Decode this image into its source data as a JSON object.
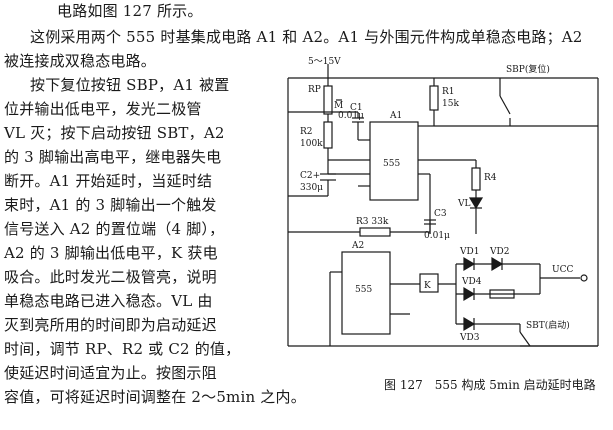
{
  "paragraph_lines": [
    "电路如图 127 所示。",
    "这例采用两个 555 时基集成电路 A1 和 A2。A1 与外围元件构成单稳态电路；A2",
    "被连接成双稳态电路。",
    "按下复位按钮 SBP，A1 被置",
    "位并输出低电平，发光二极管",
    "VL 灭；按下启动按钮 SBT，A2",
    "的 3 脚输出高电平，继电器失电",
    "断开。A1 开始延时，当延时结",
    "束时，A1 的 3 脚输出一个触发",
    "信号送入 A2 的置位端（4 脚），",
    "A2 的 3 脚输出低电平，K 获电",
    "吸合。此时发光二极管亮，说明",
    "单稳态电路已进入稳态。VL 由",
    "灭到亮所用的时间即为启动延迟",
    "时间，调节 RP、R2 或 C2 的值，",
    "使延迟时间适宜为止。按图示阻",
    "容值，可将延迟时间调整在 2～5min 之内。"
  ],
  "figure": {
    "caption": "图 127　555 构成 5min 启动延时电路",
    "supply": "5～15V",
    "labels": {
      "rp": "RP",
      "m": "M",
      "r1": "R1",
      "r1_val": "15k",
      "c1": "C1",
      "c1_val": "0.01μ",
      "a1": "A1",
      "r2": "R2",
      "r2_val": "100k",
      "c2": "C2+",
      "c2_val": "330μ",
      "chip": "555",
      "sbp": "SBP(复位)",
      "r4": "R4",
      "vl": "VL",
      "r3": "R3 33k",
      "c3": "C3",
      "c3_val": "0.01μ",
      "a2": "A2",
      "vd1": "VD1",
      "vd2": "VD2",
      "vcc": "UCC",
      "k": "K",
      "vd4": "VD4",
      "vd3": "VD3",
      "sbt": "SBT(启动)"
    }
  }
}
